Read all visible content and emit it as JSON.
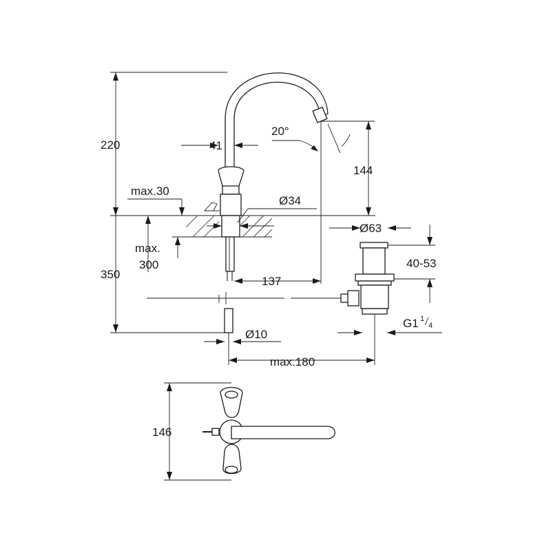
{
  "labels": {
    "height_220": "220",
    "width_41": "41",
    "angle_20": "20°",
    "height_144": "144",
    "max_30": "max.30",
    "dia_34": "Ø34",
    "dia_63": "Ø63",
    "max_300_a": "max.",
    "max_300_b": "300",
    "range_40_53": "40-53",
    "height_350": "350",
    "width_137": "137",
    "thread_g": "G1",
    "thread_num": "1",
    "thread_den": "4",
    "dia_10": "Ø10",
    "max_180": "max.180",
    "width_146": "146"
  }
}
